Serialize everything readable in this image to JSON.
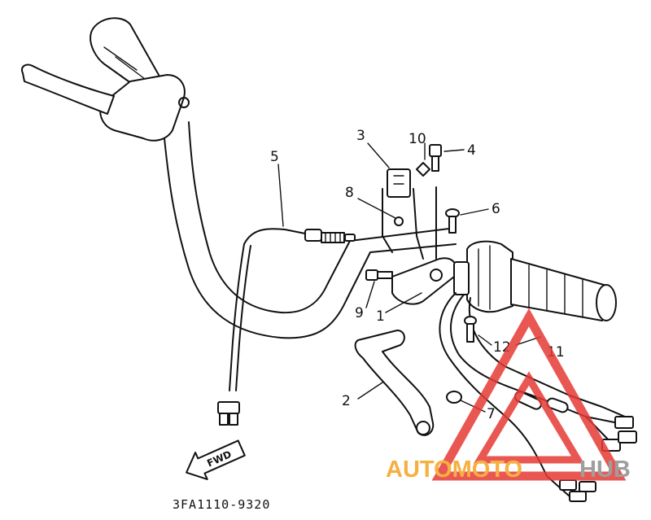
{
  "diagram": {
    "callouts": {
      "c1": "1",
      "c2": "2",
      "c3": "3",
      "c4": "4",
      "c5": "5",
      "c6": "6",
      "c7": "7",
      "c8": "8",
      "c9": "9",
      "c10": "10",
      "c11": "11",
      "c12": "12"
    },
    "fwd_label": "FWD",
    "diagram_code": "3FA1110-9320"
  },
  "watermark": {
    "text_part1": "AUTOMOTO",
    "text_part2": "HUB",
    "colors": {
      "triangle": "#e53935",
      "part1": "#f5b041",
      "part2": "#9e9e9e"
    }
  }
}
